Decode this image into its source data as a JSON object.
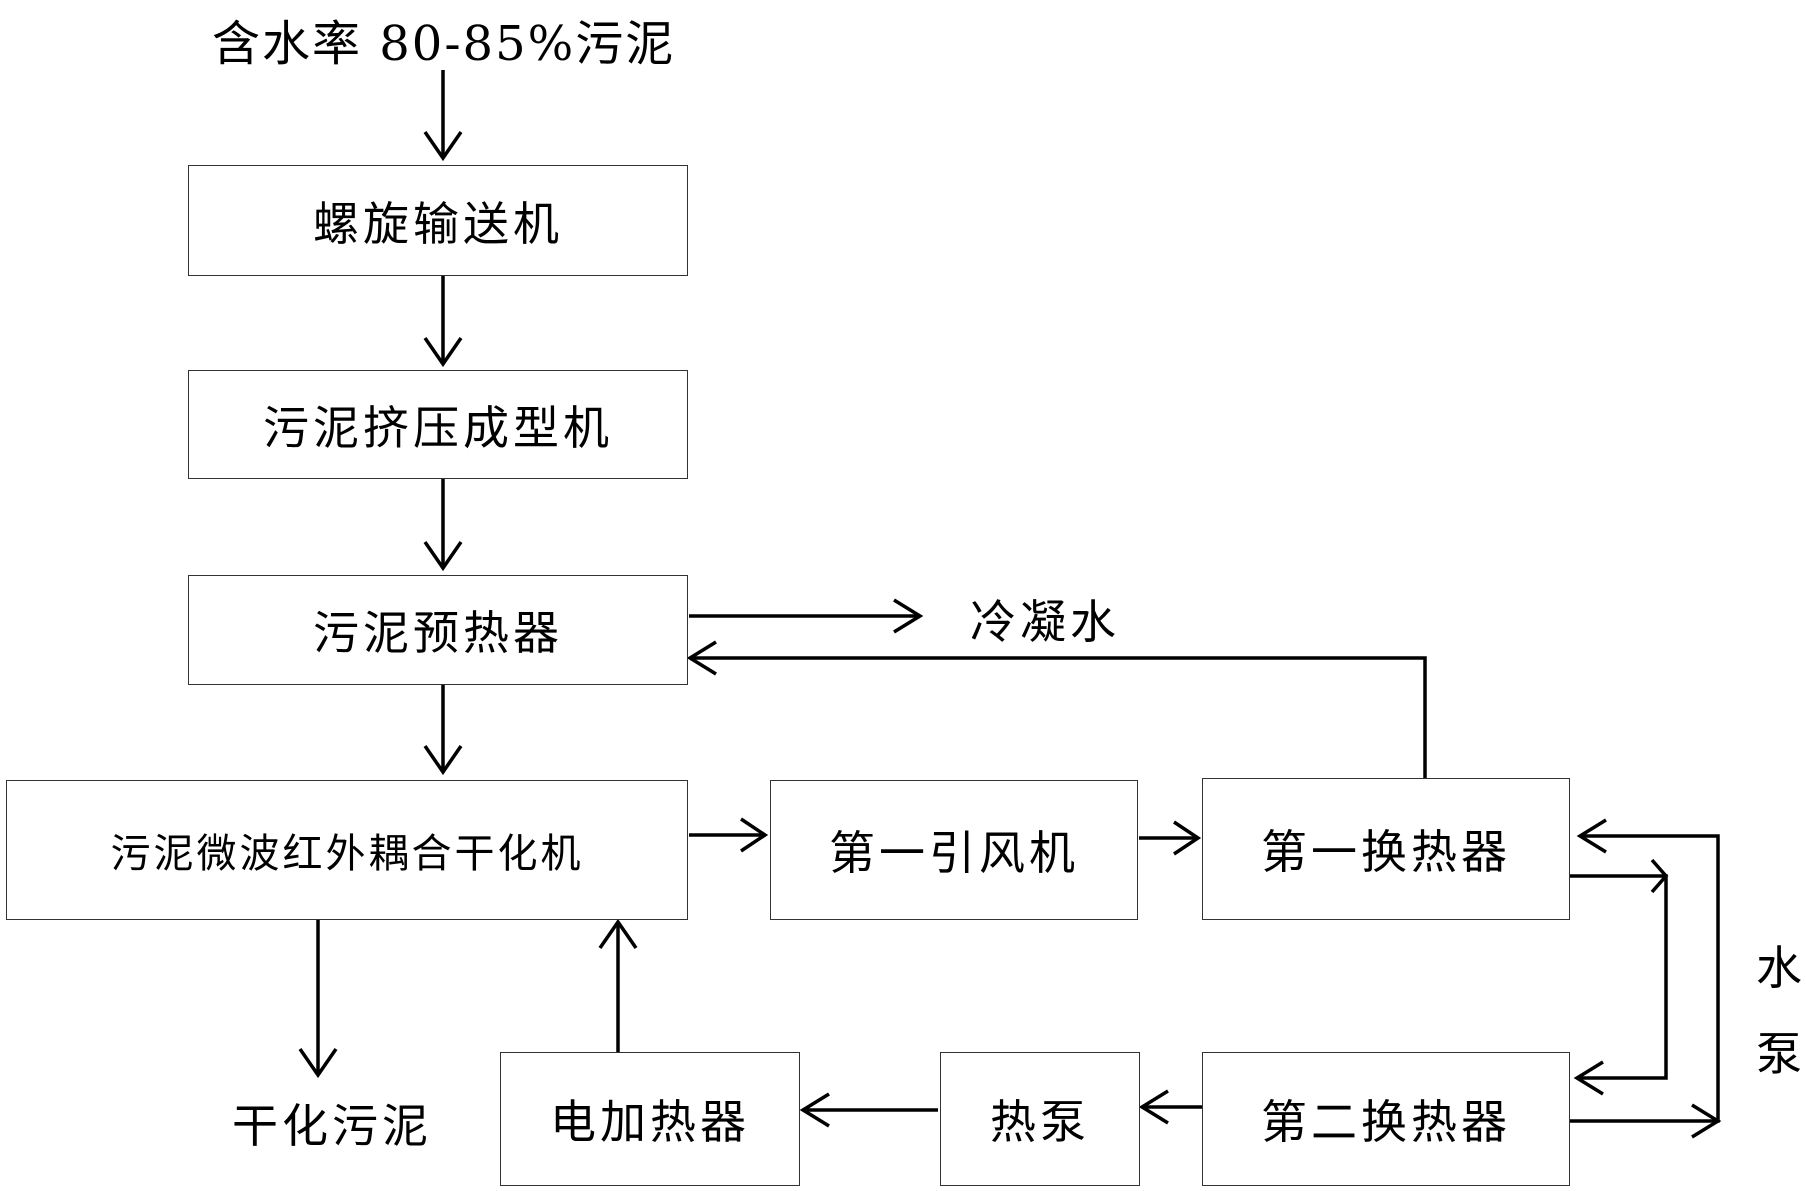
{
  "input_label": "含水率 80-85%污泥",
  "boxes": {
    "screw_conveyor": "螺旋输送机",
    "extruder": "污泥挤压成型机",
    "preheater": "污泥预热器",
    "dryer": "污泥微波红外耦合干化机",
    "fan": "第一引风机",
    "hx1": "第一换热器",
    "hx2": "第二换热器",
    "heat_pump": "热泵",
    "electric_heater": "电加热器"
  },
  "labels": {
    "condensate": "冷凝水",
    "dried_sludge": "干化污泥",
    "water_pump": "水泵"
  }
}
